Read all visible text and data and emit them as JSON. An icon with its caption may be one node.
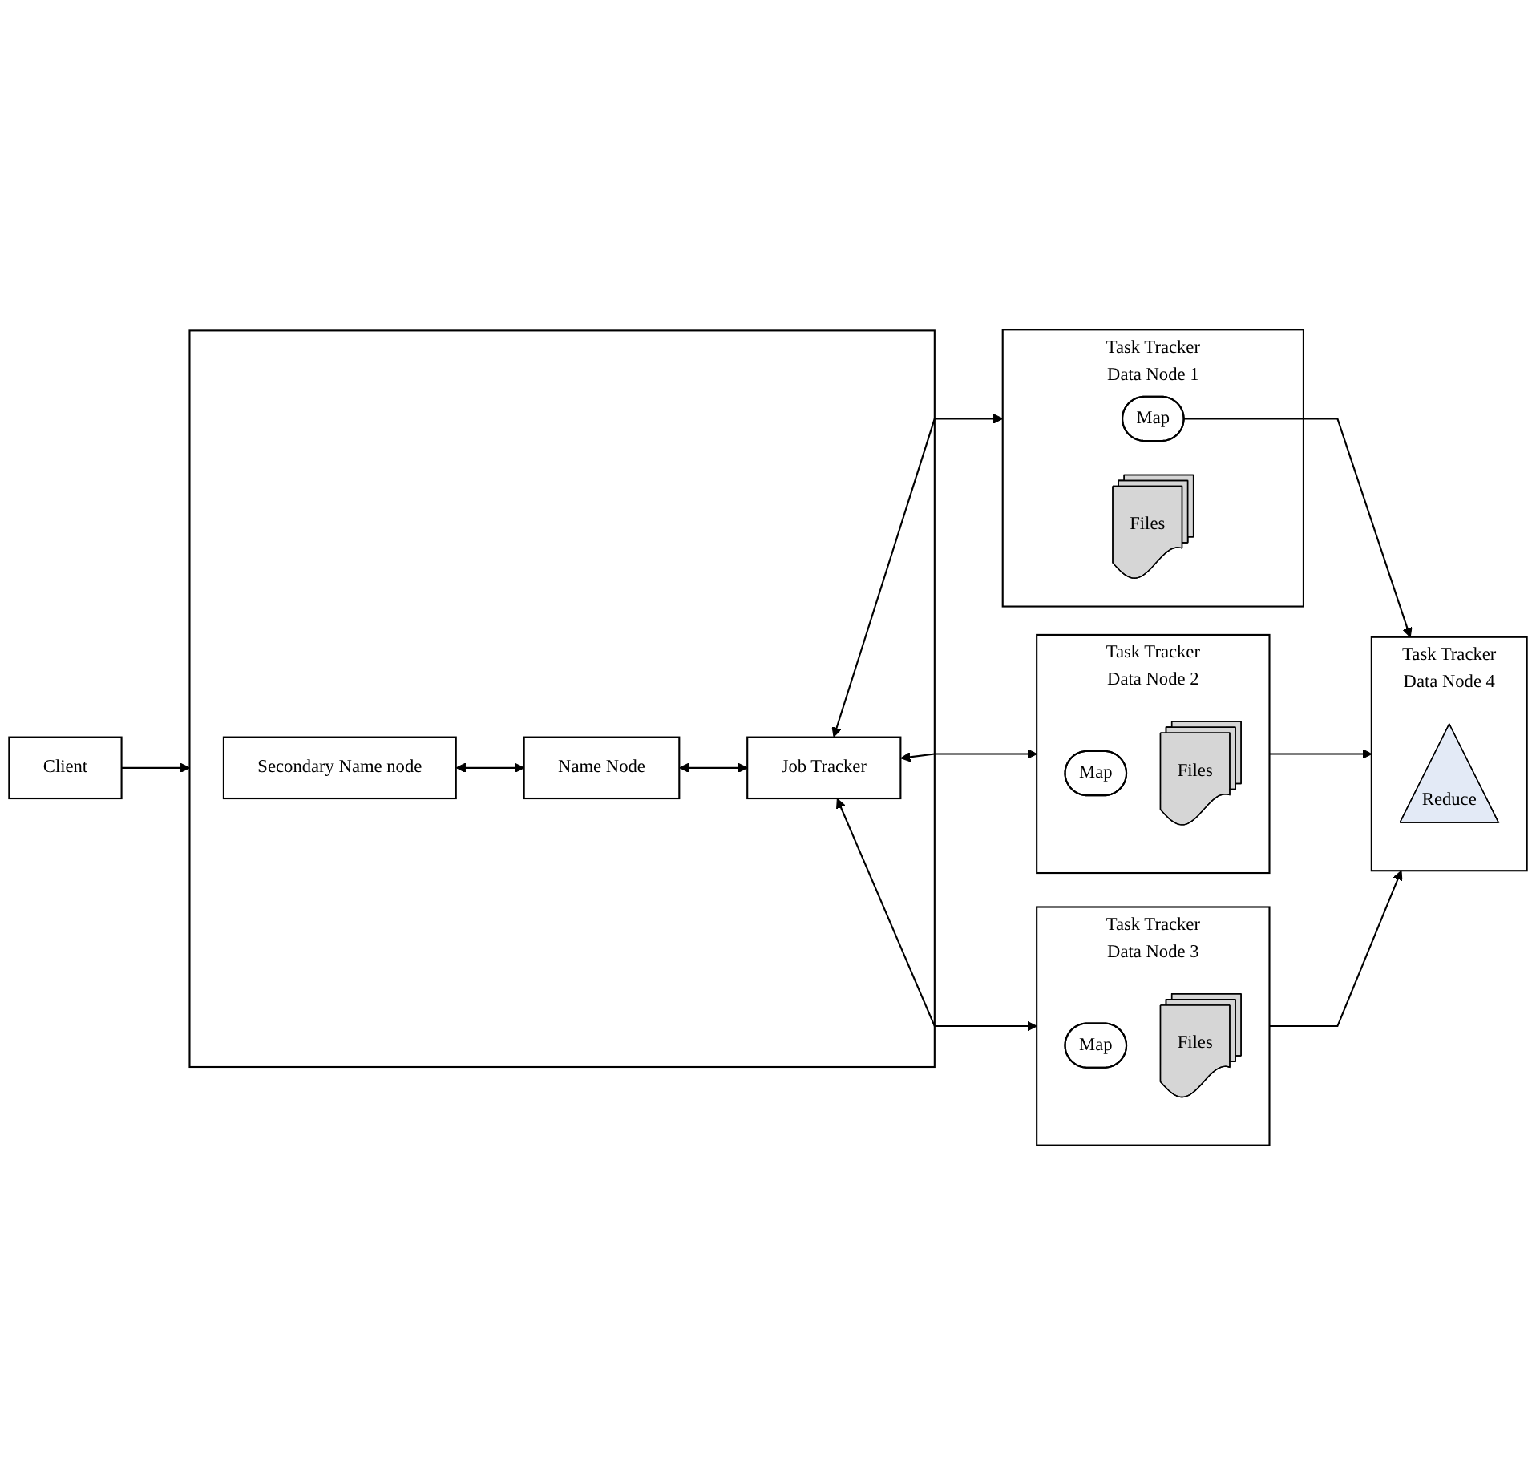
{
  "diagram": {
    "nodes": [
      {
        "text": [
          "Client"
        ]
      },
      {
        "text": [],
        "shape": "box"
      },
      {
        "text": [
          "Secondary Name node"
        ],
        "in": 1
      },
      {
        "text": [
          "Name Node"
        ],
        "in": 1
      },
      {
        "text": [
          "Job Tracker"
        ],
        "in": 1
      },
      {
        "text": [
          "Task Tracker",
          "Data Node 1"
        ]
      },
      {
        "text": [
          "Map"
        ],
        "in": 5
      },
      {
        "text": [
          "Files"
        ],
        "in": 5
      },
      {
        "text": [
          "Task Tracker",
          "Data Node 2"
        ]
      },
      {
        "text": [
          "Map"
        ],
        "in": 8
      },
      {
        "text": [
          "Files"
        ],
        "in": 8
      },
      {
        "text": [
          "Task Tracker",
          "Data Node 3"
        ]
      },
      {
        "text": [
          "Map"
        ],
        "in": 11
      },
      {
        "text": [
          "Files"
        ],
        "in": 11
      },
      {
        "text": [
          "Task Tracker",
          "Data Node 4"
        ]
      },
      {
        "text": [
          "Reduce"
        ],
        "in": 14
      }
    ],
    "edges": [
      {
        "from": 0,
        "to": 1,
        "arrow": "to"
      },
      {
        "from": 2,
        "to": 3,
        "arrow": "both"
      },
      {
        "from": 3,
        "to": 4,
        "arrow": "both"
      },
      {
        "from": 4,
        "to": 5,
        "arrow": "both"
      },
      {
        "from": 4,
        "to": 8,
        "arrow": "both"
      },
      {
        "from": 4,
        "to": 11,
        "arrow": "both"
      },
      {
        "from": 6,
        "to": 14,
        "arrow": "to"
      },
      {
        "from": 8,
        "to": 14,
        "arrow": "to"
      },
      {
        "from": 11,
        "to": 14,
        "arrow": "to"
      }
    ]
  }
}
